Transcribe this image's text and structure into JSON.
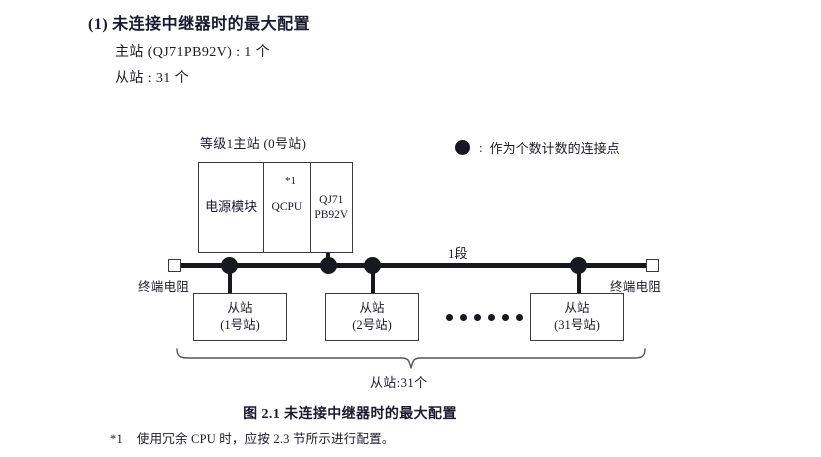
{
  "heading": {
    "number": "(1)",
    "title": "未连接中继器时的最大配置"
  },
  "spec": {
    "master": "主站 (QJ71PB92V) : 1 个",
    "slave": "从站 : 31 个"
  },
  "legend": {
    "icon": "filled-circle-icon",
    "colon": ":",
    "text": "作为个数计数的连接点"
  },
  "diagram": {
    "master_caption": "等级1主站 (0号站)",
    "module": {
      "power": "电源模块",
      "cpu": "QCPU",
      "network_line1": "QJ71",
      "network_line2": "PB92V",
      "footnote_mark": "*1"
    },
    "segment_label": "1段",
    "terminator_left": "终端电阻",
    "terminator_right": "终端电阻",
    "slaves": [
      {
        "name": "从站",
        "station": "(1号站)"
      },
      {
        "name": "从站",
        "station": "(2号站)"
      },
      {
        "name": "从站",
        "station": "(31号站)"
      }
    ],
    "ellipsis_count": 6,
    "brace_label": "从站:31个"
  },
  "caption": "图 2.1  未连接中继器时的最大配置",
  "footnote": {
    "mark": "*1",
    "text": "使用冗余 CPU 时，应按 2.3 节所示进行配置。"
  },
  "colors": {
    "ink": "#1a1a2e",
    "line": "#3a3a46",
    "node": "#17171f",
    "background": "#ffffff"
  }
}
